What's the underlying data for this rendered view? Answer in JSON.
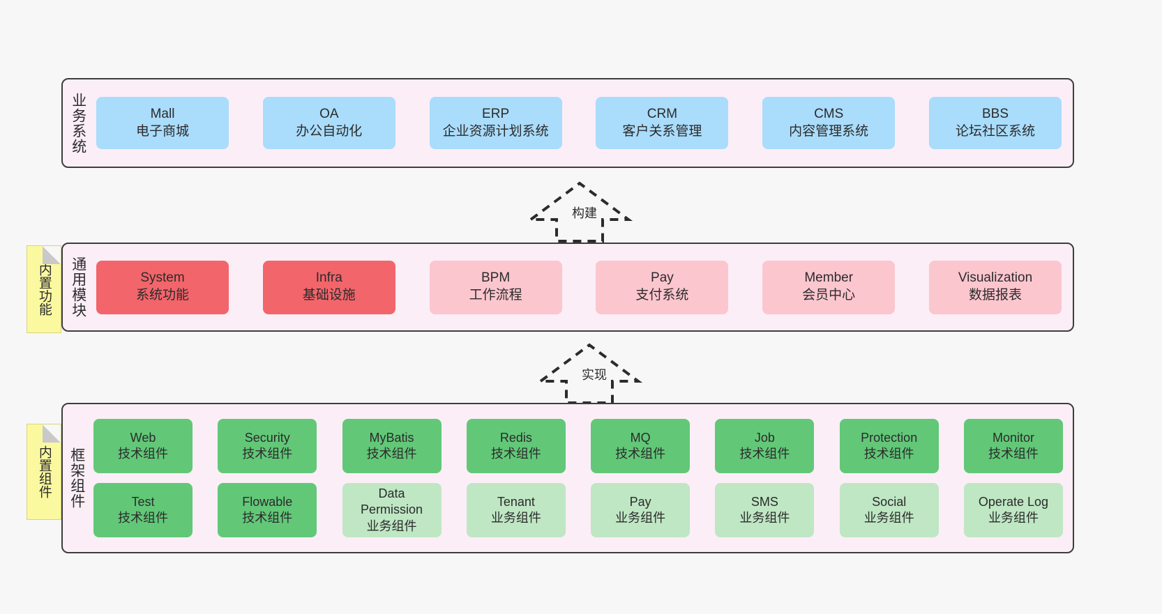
{
  "diagram": {
    "title": "ruoyi-vue-pro architecture layers",
    "colors": {
      "canvas_bg": "#f7f7f7",
      "layer_bg": "#fbeef7",
      "layer_border": "#3d3d3d",
      "business_card": "#aadcfb",
      "module_core_card": "#f2656b",
      "module_card": "#fcc6cf",
      "tech_component_card": "#62c878",
      "business_component_card": "#bfe7c4",
      "note_bg": "#fbf9a0"
    }
  },
  "layers": {
    "business": {
      "title": "业务系统",
      "cards": [
        {
          "en": "Mall",
          "cn": "电子商城"
        },
        {
          "en": "OA",
          "cn": "办公自动化"
        },
        {
          "en": "ERP",
          "cn": "企业资源计划系统"
        },
        {
          "en": "CRM",
          "cn": "客户关系管理"
        },
        {
          "en": "CMS",
          "cn": "内容管理系统"
        },
        {
          "en": "BBS",
          "cn": "论坛社区系统"
        }
      ]
    },
    "modules": {
      "title": "通用模块",
      "note": "内置功能",
      "cards": [
        {
          "en": "System",
          "cn": "系统功能",
          "style": "c-red"
        },
        {
          "en": "Infra",
          "cn": "基础设施",
          "style": "c-red"
        },
        {
          "en": "BPM",
          "cn": "工作流程",
          "style": "c-pink"
        },
        {
          "en": "Pay",
          "cn": "支付系统",
          "style": "c-pink"
        },
        {
          "en": "Member",
          "cn": "会员中心",
          "style": "c-pink"
        },
        {
          "en": "Visualization",
          "cn": "数据报表",
          "style": "c-pink"
        }
      ]
    },
    "framework": {
      "title": "框架组件",
      "note": "内置组件",
      "row1": [
        {
          "en": "Web",
          "cn": "技术组件",
          "style": "c-green"
        },
        {
          "en": "Security",
          "cn": "技术组件",
          "style": "c-green"
        },
        {
          "en": "MyBatis",
          "cn": "技术组件",
          "style": "c-green"
        },
        {
          "en": "Redis",
          "cn": "技术组件",
          "style": "c-green"
        },
        {
          "en": "MQ",
          "cn": "技术组件",
          "style": "c-green"
        },
        {
          "en": "Job",
          "cn": "技术组件",
          "style": "c-green"
        },
        {
          "en": "Protection",
          "cn": "技术组件",
          "style": "c-green"
        },
        {
          "en": "Monitor",
          "cn": "技术组件",
          "style": "c-green"
        }
      ],
      "row2": [
        {
          "en": "Test",
          "cn": "技术组件",
          "style": "c-green"
        },
        {
          "en": "Flowable",
          "cn": "技术组件",
          "style": "c-green"
        },
        {
          "en": "Data Permission",
          "cn": "业务组件",
          "style": "c-lightgreen"
        },
        {
          "en": "Tenant",
          "cn": "业务组件",
          "style": "c-lightgreen"
        },
        {
          "en": "Pay",
          "cn": "业务组件",
          "style": "c-lightgreen"
        },
        {
          "en": "SMS",
          "cn": "业务组件",
          "style": "c-lightgreen"
        },
        {
          "en": "Social",
          "cn": "业务组件",
          "style": "c-lightgreen"
        },
        {
          "en": "Operate Log",
          "cn": "业务组件",
          "style": "c-lightgreen"
        }
      ]
    }
  },
  "connectors": {
    "build": "构建",
    "implement": "实现"
  }
}
